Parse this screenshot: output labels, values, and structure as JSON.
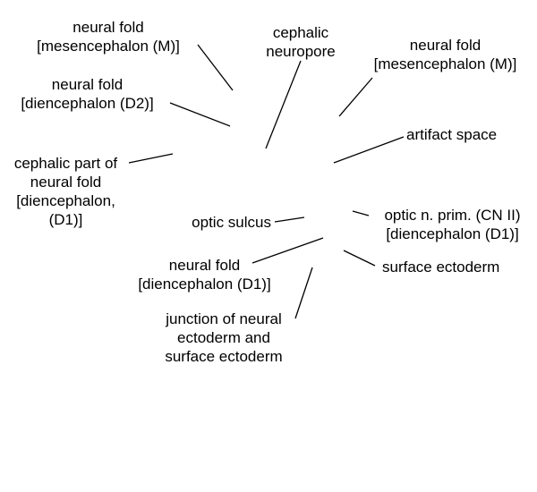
{
  "labels": {
    "neural_fold_mesencephalon_left": [
      "neural fold",
      "[mesencephalon (M)]"
    ],
    "cephalic_neuropore": [
      "cephalic",
      "neuropore"
    ],
    "neural_fold_mesencephalon_right": [
      "neural fold",
      "[mesencephalon (M)]"
    ],
    "neural_fold_diencephalon_d2": [
      "neural fold",
      "[diencephalon (D2)]"
    ],
    "artifact_space": [
      "artifact space"
    ],
    "cephalic_part_of_neural_fold": [
      "cephalic part of",
      "neural fold",
      "[diencephalon,",
      "(D1)]"
    ],
    "optic_sulcus": [
      "optic sulcus"
    ],
    "optic_n_prim": [
      "optic n. prim. (CN II)",
      "[diencephalon (D1)]"
    ],
    "surface_ectoderm": [
      "surface ectoderm"
    ],
    "neural_fold_diencephalon_d1": [
      "neural fold",
      "[diencephalon (D1)]"
    ],
    "junction_of_neural_ectoderm": [
      "junction of neural",
      "ectoderm and",
      "surface ectoderm"
    ]
  }
}
